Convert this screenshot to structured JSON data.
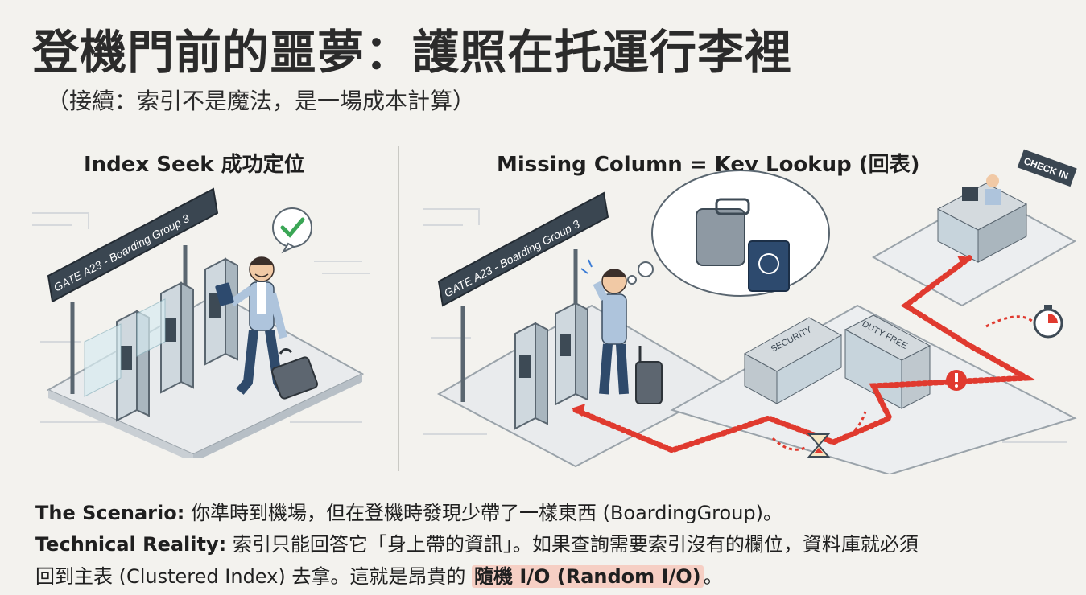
{
  "title": "登機門前的噩夢：護照在托運行李裡",
  "subtitle": "（接續：索引不是魔法，是一場成本計算）",
  "left_panel": {
    "heading": "Index Seek 成功定位",
    "gate_sign": "GATE A23 - Boarding Group 3"
  },
  "right_panel": {
    "heading": "Missing Column = Key Lookup (回表)",
    "gate_sign": "GATE A23 - Boarding Group 3",
    "checkin_sign": "CHECK IN",
    "security_sign": "SECURITY",
    "dutyfree_sign": "DUTY FREE"
  },
  "captions": {
    "scenario_label": "The Scenario:",
    "scenario_text": " 你準時到機場，但在登機時發現少帶了一樣東西 (BoardingGroup)。",
    "reality_label": "Technical Reality:",
    "reality_text_1": " 索引只能回答它「身上帶的資訊」。如果查詢需要索引沒有的欄位，資料庫就必須",
    "reality_text_2": "回到主表 (Clustered Index) 去拿。這就是昂貴的 ",
    "reality_highlight": "隨機 I/O (Random I/O)",
    "reality_end": "。"
  },
  "colors": {
    "background": "#f3f2ee",
    "path_red": "#e03a2f",
    "check_green": "#3aa655",
    "highlight_bg": "#f6cfc4",
    "navy": "#2d4a6e"
  },
  "icons": [
    "checkmark-bubble-icon",
    "thought-bubble-icon",
    "suitcase-icon",
    "passport-icon",
    "stopwatch-icon",
    "hourglass-icon",
    "alert-icon"
  ]
}
